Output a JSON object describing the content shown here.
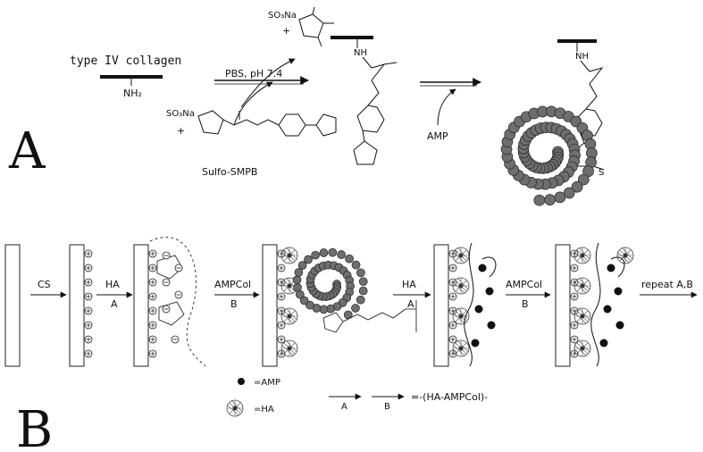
{
  "panel_a": {
    "letter": "A",
    "collagen_label": "type IV collagen",
    "nh2": "NH₂",
    "so3na_top": "SO₃Na",
    "plus_top": "+",
    "pbs": "PBS, pH 7.4",
    "so3na_left": "SO₃Na",
    "plus_left": "+",
    "reagent": "Sulfo-SMPB",
    "nh_1": "NH",
    "nh_2": "NH",
    "amp": "AMP",
    "s_label": "S"
  },
  "panel_b": {
    "letter": "B",
    "steps": [
      {
        "top": "CS",
        "bottom": ""
      },
      {
        "top": "HA",
        "bottom": "A"
      },
      {
        "top": "AMPCol",
        "bottom": "B"
      },
      {
        "top": "HA",
        "bottom": "A"
      },
      {
        "top": "AMPCol",
        "bottom": "B"
      },
      {
        "top": "repeat A,B",
        "bottom": ""
      }
    ],
    "legend": {
      "amp_label": "=AMP",
      "ha_label": "=HA",
      "arrow_a": "A",
      "arrow_b": "B",
      "equation": "=-(HA-AMPCol)-"
    }
  }
}
